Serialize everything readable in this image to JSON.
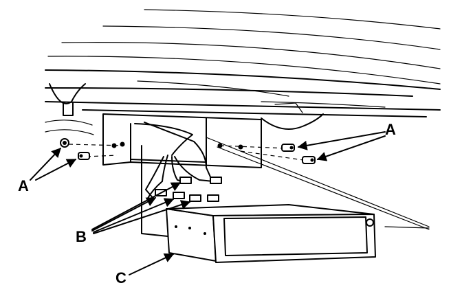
{
  "callouts": {
    "a_left": "A",
    "a_right": "A",
    "b": "B",
    "c": "C"
  },
  "icons": [
    "arrow-icon",
    "bolt-icon",
    "connector-icon",
    "bracket-icon",
    "unit-box-icon"
  ]
}
